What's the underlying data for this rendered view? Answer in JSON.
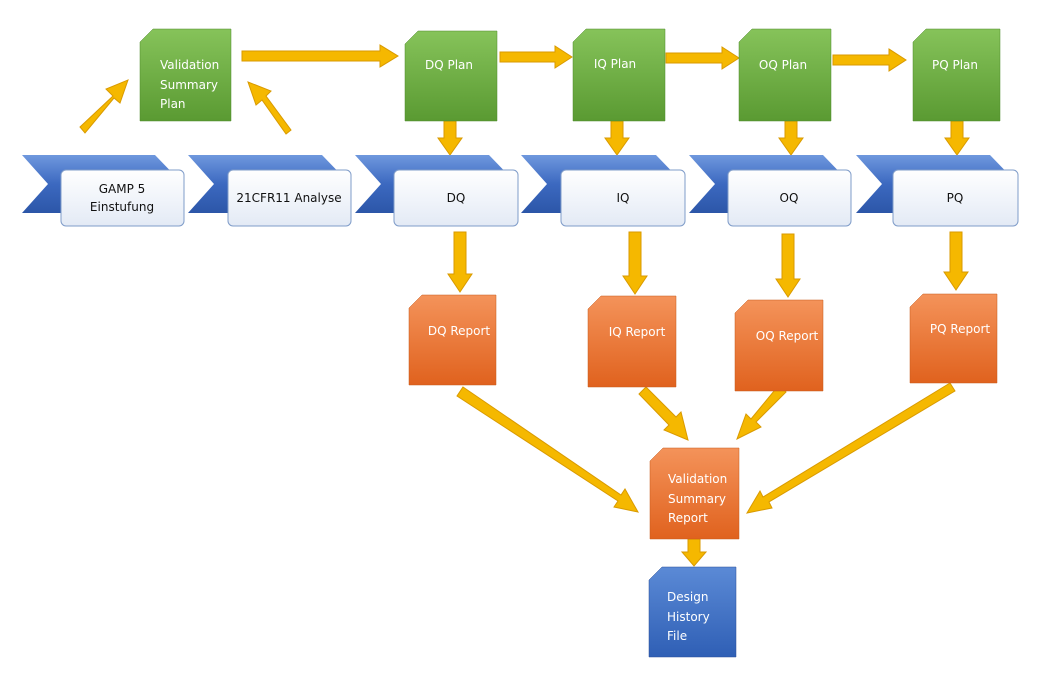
{
  "colors": {
    "arrow": "#f5b800",
    "arrow_stroke": "#d99a00",
    "green": "#6aaa3e",
    "orange": "#ed7a2d",
    "blue": "#4276c7",
    "chevron": "#3d6cc2"
  },
  "steps": {
    "gamp": {
      "line1": "GAMP 5",
      "line2": "Einstufung"
    },
    "cfr": {
      "label": "21CFR11 Analyse"
    },
    "dq": {
      "label": "DQ"
    },
    "iq": {
      "label": "IQ"
    },
    "oq": {
      "label": "OQ"
    },
    "pq": {
      "label": "PQ"
    }
  },
  "plans": {
    "vsp": {
      "line1": "Validation",
      "line2": "Summary",
      "line3": "Plan"
    },
    "dq": {
      "label": "DQ Plan"
    },
    "iq": {
      "label": "IQ Plan"
    },
    "oq": {
      "label": "OQ Plan"
    },
    "pq": {
      "label": "PQ Plan"
    }
  },
  "reports": {
    "dq": {
      "label": "DQ Report"
    },
    "iq": {
      "label": "IQ Report"
    },
    "oq": {
      "label": "OQ Report"
    },
    "pq": {
      "label": "PQ Report"
    },
    "vsr": {
      "line1": "Validation",
      "line2": "Summary",
      "line3": "Report"
    }
  },
  "dhf": {
    "line1": "Design",
    "line2": "History",
    "line3": "File"
  }
}
